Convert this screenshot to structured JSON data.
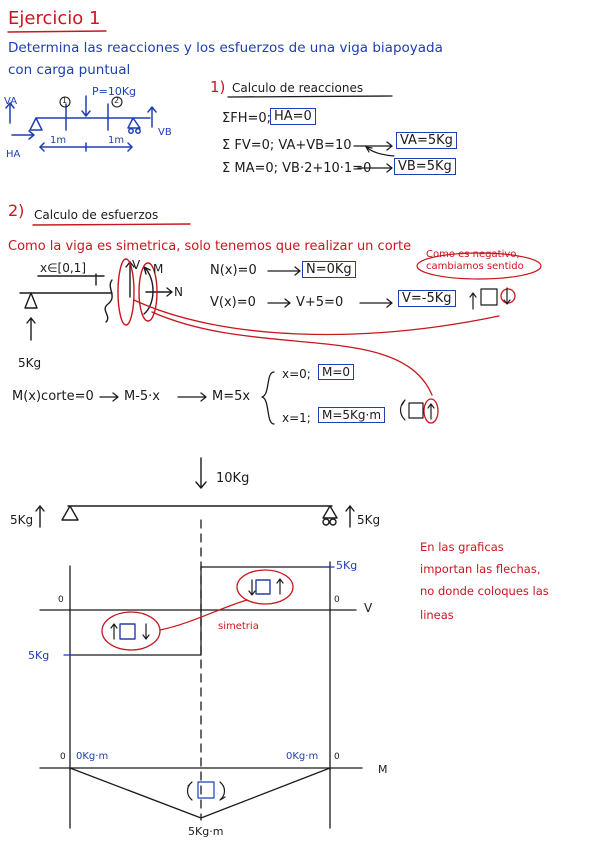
{
  "title": "Ejercicio 1",
  "statement": {
    "line1": "Determina las reacciones y los esfuerzos de una viga biapoyada",
    "line2": "con carga puntual"
  },
  "beam_sketch": {
    "va": "VA",
    "ha": "HA",
    "vb": "VB",
    "load": "P=10Kg",
    "sec1": "1",
    "sec2": "2",
    "len1": "1m",
    "len2": "1m"
  },
  "section1": {
    "number": "1)",
    "heading": "Calculo de reacciones",
    "eq1": "ΣFH=0;",
    "eq1_result": "HA=0",
    "eq2": "Σ FV=0; VA+VB=10",
    "eq2_result": "VA=5Kg",
    "eq3": "Σ MA=0; VB·2+10·1=0",
    "eq3_result": "VB=5Kg"
  },
  "section2": {
    "number": "2)",
    "heading": "Calculo de esfuerzos",
    "note": "Como la viga es simetrica, solo tenemos que realizar un corte",
    "range": "x∈[0,1]",
    "v_lbl": "V",
    "m_lbl": "M",
    "n_lbl": "N",
    "reaction": "5Kg",
    "n_eq": "N(x)=0",
    "n_res": "N=0Kg",
    "v_eq": "V(x)=0",
    "v_mid": "V+5=0",
    "v_res": "V=-5Kg",
    "neg_note_1": "Como es negativo,",
    "neg_note_2": "cambiamos sentido",
    "m_eq": "M(x)corte=0",
    "m_mid": "M-5·x",
    "m_mid2": "M=5x",
    "case1": "x=0;",
    "case1_res": "M=0",
    "case2": "x=1;",
    "case2_res": "M=5Kg·m"
  },
  "diagrams": {
    "load": "10Kg",
    "left_reaction": "5Kg",
    "right_reaction": "5Kg",
    "v_axis": "V",
    "m_axis": "M",
    "zero_v_left": "0",
    "zero_v_right": "0",
    "zero_m_left": "0",
    "zero_m_right": "0",
    "v_top": "5Kg",
    "v_bottom": "5Kg",
    "sym_label": "simetria",
    "m_left": "0Kg·m",
    "m_right": "0Kg·m",
    "m_max": "5Kg·m"
  },
  "side_note": {
    "l1": "En las graficas",
    "l2": "importan las flechas,",
    "l3": "no donde coloques las",
    "l4": "lineas"
  },
  "colors": {
    "red": "#c8171e",
    "blue": "#1f3fb0",
    "black": "#1b1b1b"
  }
}
